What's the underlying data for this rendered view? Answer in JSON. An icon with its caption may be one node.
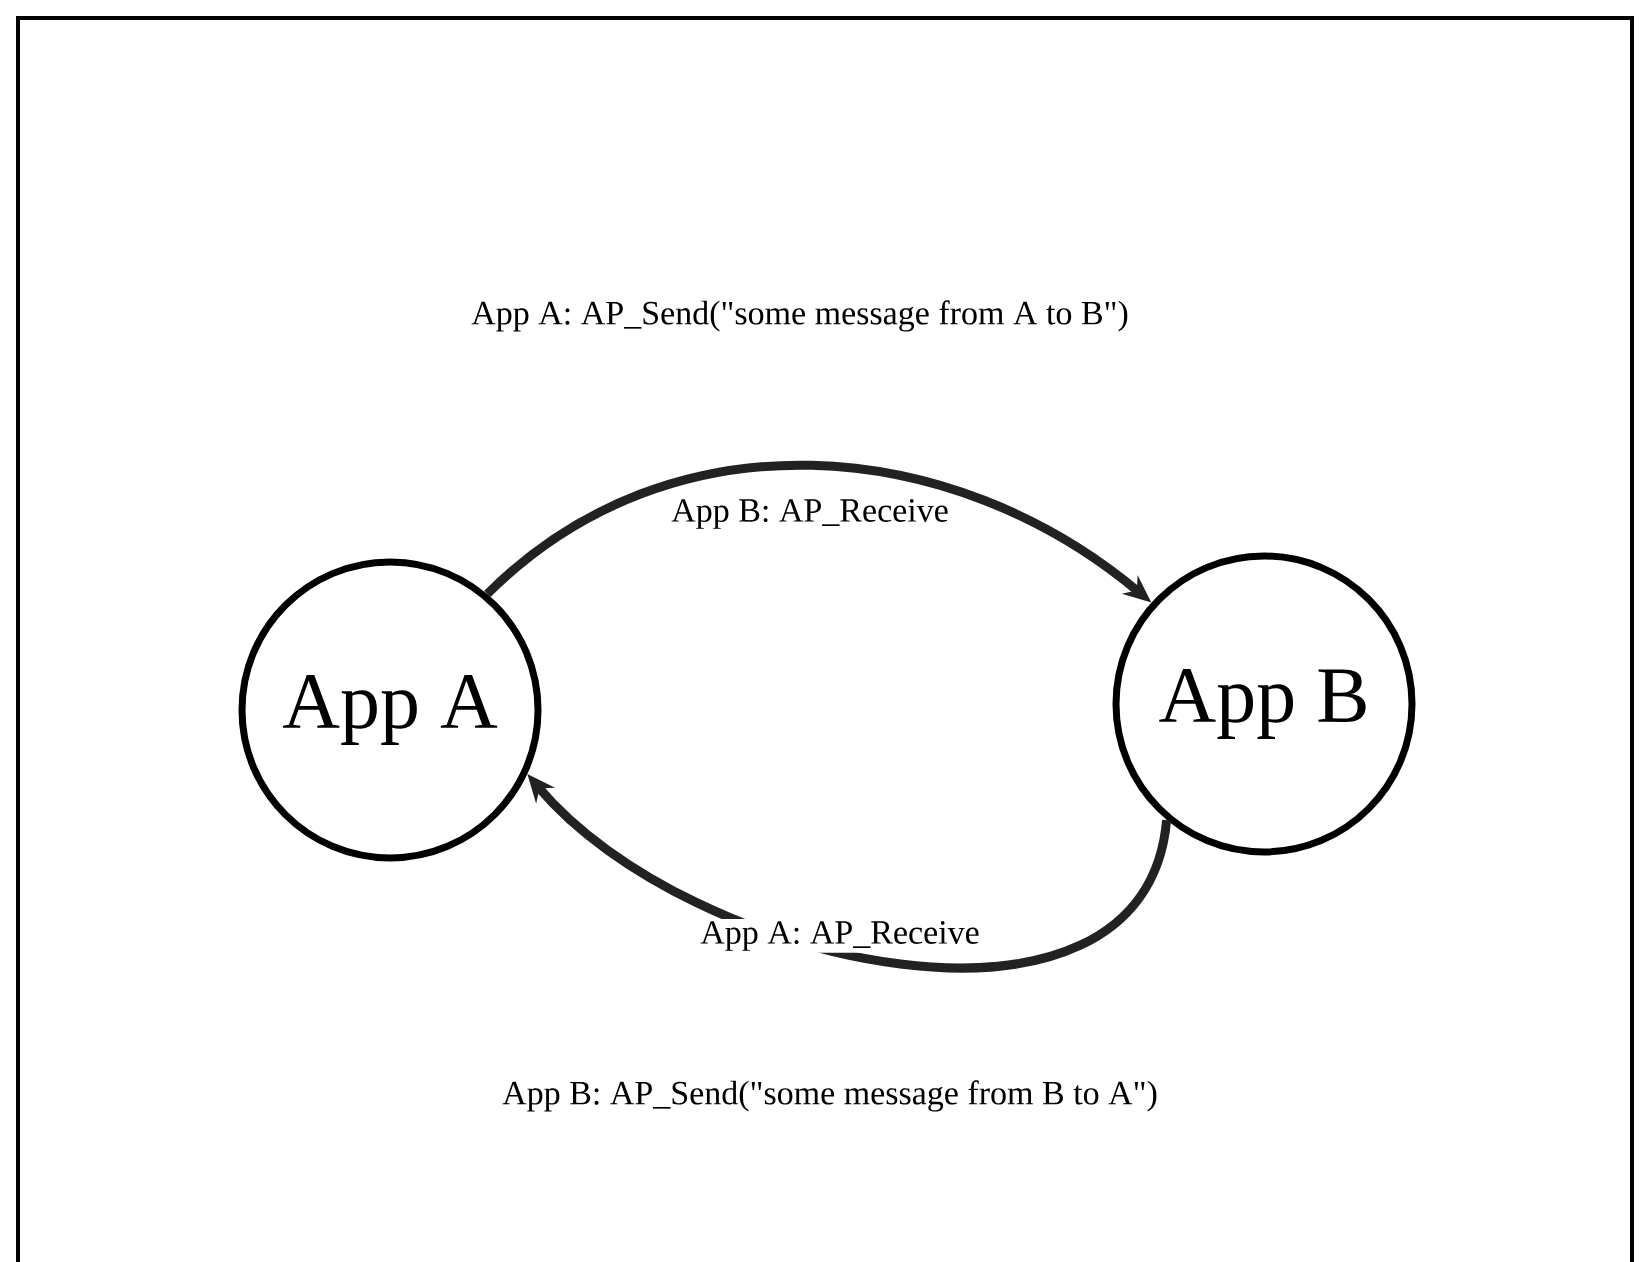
{
  "diagram": {
    "nodes": [
      {
        "text": [
          "App A"
        ]
      },
      {
        "text": [
          "App B"
        ]
      }
    ],
    "edges": [
      {
        "from": 0,
        "to": 1,
        "arrow": "to",
        "label": "App A: AP_Send(\"some message from A to B\")"
      },
      {
        "from": 1,
        "to": 0,
        "arrow": "to",
        "label": "App B: AP_Send(\"some message from B to A\")"
      }
    ],
    "labels": [
      "App B: AP_Receive",
      "App A: AP_Receive"
    ]
  }
}
